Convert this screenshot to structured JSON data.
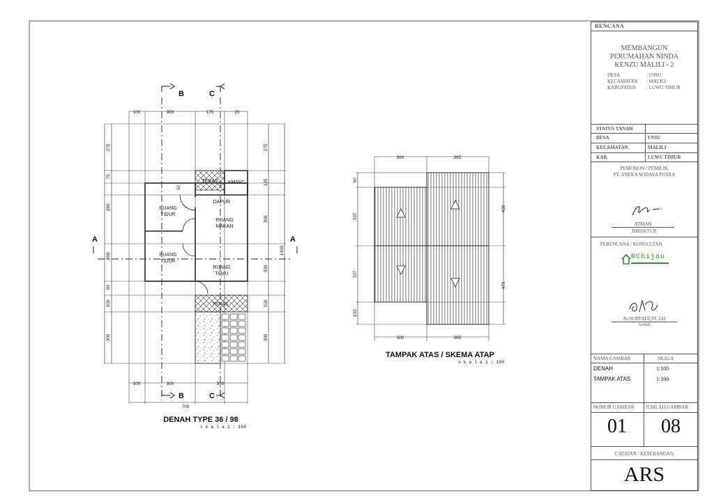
{
  "plan": {
    "title": "DENAH TYPE 36 / 98",
    "scale": "s k a l a  1 : 100",
    "section_b": "B",
    "section_c": "C",
    "section_a": "A",
    "dims_top": [
      "100",
      "300",
      "175",
      "25"
    ],
    "dims_bottom": [
      "100",
      "300",
      "300"
    ],
    "dim_total": "700",
    "dims_left": [
      "275",
      "75",
      "280",
      "280",
      "90",
      "100",
      "300"
    ],
    "dims_right": [
      "275",
      "125",
      "300",
      "300",
      "100",
      "300"
    ],
    "dim_overall": "1400",
    "dim_door": "50",
    "rooms": {
      "teras_top": "TERAS",
      "kmwc": "KM/WC",
      "dapur": "DAPUR",
      "ruang_tidur_1": [
        "RUANG",
        "TIDUR"
      ],
      "ruang_makan": [
        "RUANG",
        "MAKAN"
      ],
      "ruang_tidur_2": [
        "RUANG",
        "TIDUR"
      ],
      "ruang_tamu": [
        "RUANG",
        "TAMU"
      ],
      "teras_bottom": "TERAS"
    }
  },
  "roof": {
    "title": "TAMPAK ATAS / SKEMA ATAP",
    "scale": "s k a l a  1 : 100",
    "dims_top": [
      "300",
      "365"
    ],
    "dims_bottom": [
      "300",
      "365"
    ],
    "dims_left": [
      "90",
      "337",
      "337",
      "133"
    ],
    "dims_right": [
      "428",
      "470"
    ]
  },
  "titleblock": {
    "header": "RENCANA",
    "project": [
      "MEMBANGUN",
      "PERUMAHAN NINDA",
      "KENZU MALILI - 2"
    ],
    "location": [
      {
        "k": "DESA",
        "v": ": USSU"
      },
      {
        "k": "KECAMATAN",
        "v": ": MALILI"
      },
      {
        "k": "KABUPATEN",
        "v": ": LUWU TIMUR"
      }
    ],
    "status_header": "STATUS TANAH",
    "status_rows": [
      {
        "k": "DESA",
        "v": "USSU"
      },
      {
        "k": "KECAMATAN",
        "v": "MALILI"
      },
      {
        "k": "KAB.",
        "v": "LUWU TIMUR"
      }
    ],
    "owner_label": "PEMOHON / PEMILIK",
    "owner_name": "PT. ANEKA WIDAYA PUTRA",
    "owner_signer": "ATMAN",
    "owner_role": "DIREKTUR",
    "planner_label": "PERENCANA / KONSULTAN",
    "logo_text": "RChijau",
    "architect_name": "Ar.SURYADI,ST.,IAI",
    "architect_role": "Arsitek",
    "drawing_name_label": "NAMA GAMBAR",
    "scale_label": "SKALA",
    "drawings": [
      {
        "name": "DENAH",
        "scale": "1:100"
      },
      {
        "name": "TAMPAK ATAS",
        "scale": "1:100"
      }
    ],
    "sheet_no_label": "NOMOR GAMBAR",
    "sheet_total_label": "JUMLAH GAMBAR",
    "sheet_no": "01",
    "sheet_total": "08",
    "notes_label": "CATATAN / KETERANGAN",
    "notes": "ARS"
  },
  "colors": {
    "line": "#222222",
    "border": "#555555",
    "logo_green": "#2e8b3e"
  }
}
